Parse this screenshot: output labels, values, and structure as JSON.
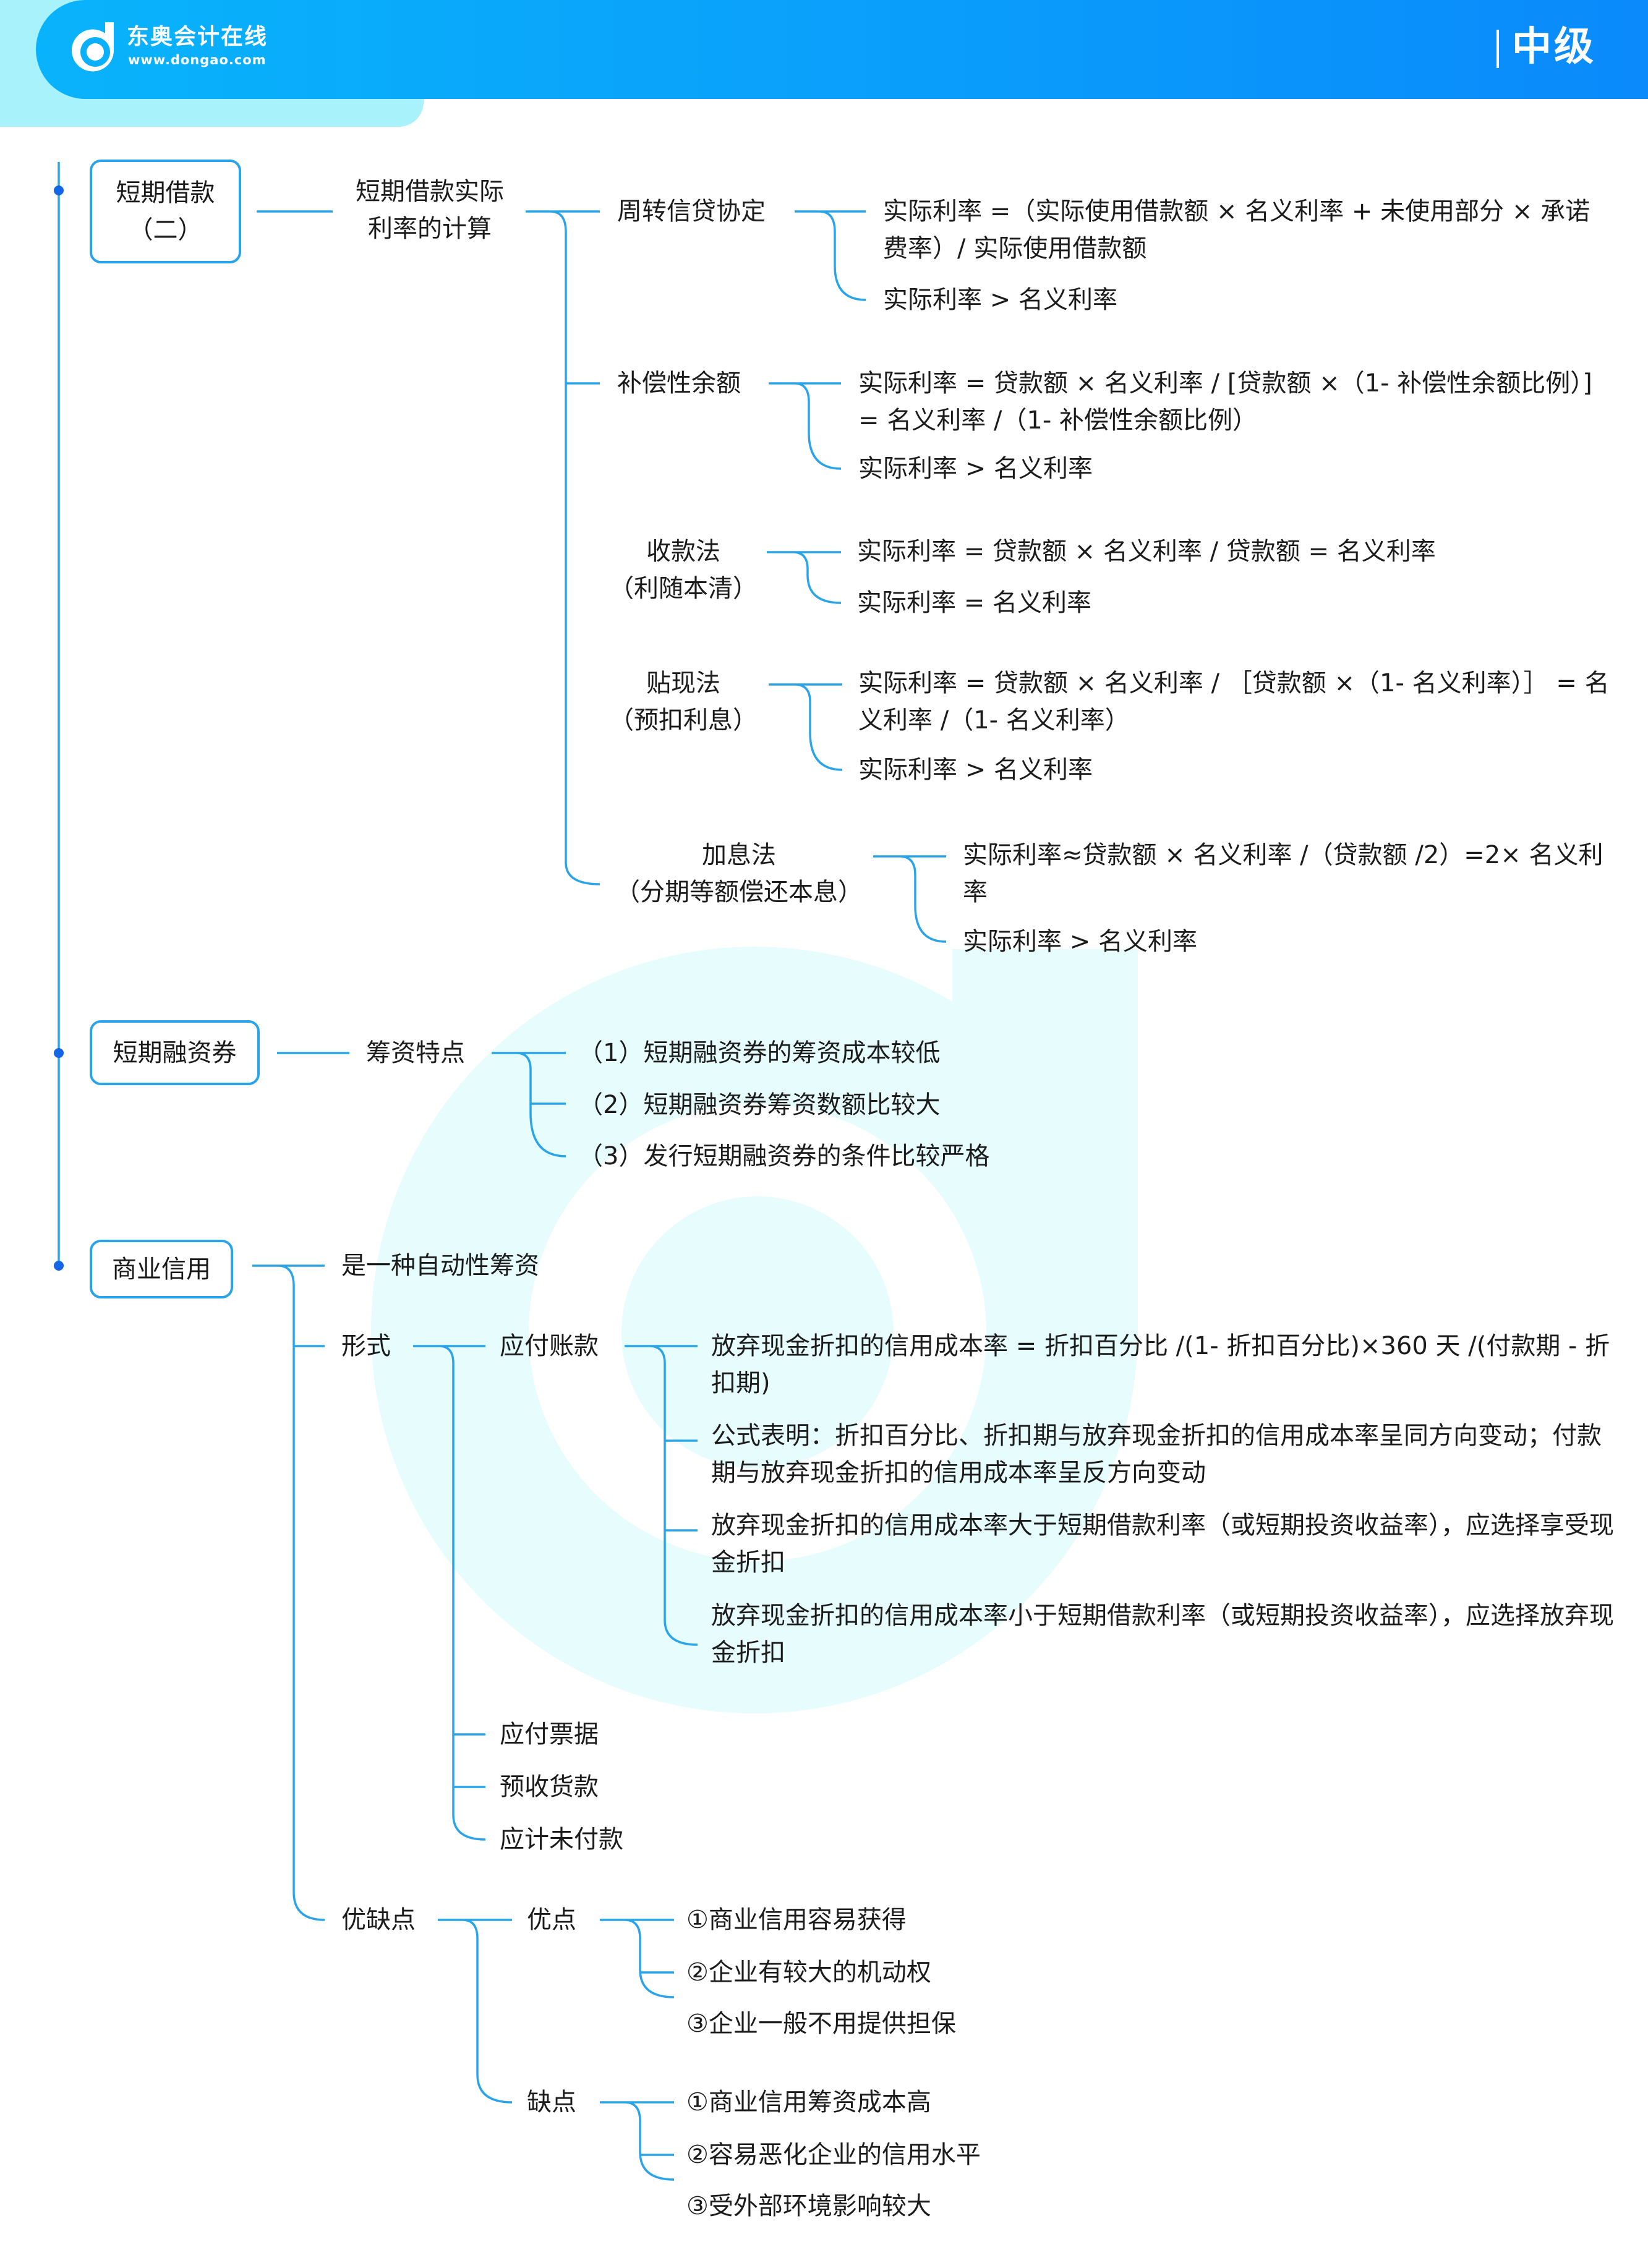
{
  "header": {
    "brand_name": "东奥会计在线",
    "brand_url": "www.dongao.com",
    "level": "中级",
    "colors": {
      "bar_start": "#09b3fb",
      "bar_end": "#0a8afb",
      "tab": "#a8f3fb",
      "line": "#2aa4e8",
      "dot": "#1466e6",
      "watermark": "#e6fcfd"
    }
  },
  "mindmap": {
    "short_term_loan": {
      "title": "短期借款（二）",
      "title_line1": "短期借款",
      "title_line2": "（二）",
      "topic_line1": "短期借款实际",
      "topic_line2": "利率的计算",
      "methods": [
        {
          "name_line1": "周转信贷协定",
          "items": [
            "实际利率 =（实际使用借款额 × 名义利率 + 未使用部分 × 承诺费率）/ 实际使用借款额",
            "实际利率 > 名义利率"
          ]
        },
        {
          "name_line1": "补偿性余额",
          "items": [
            "实际利率 = 贷款额 × 名义利率 / [贷款额 ×（1- 补偿性余额比例）] = 名义利率 /（1- 补偿性余额比例）",
            "实际利率 > 名义利率"
          ]
        },
        {
          "name_line1": "收款法",
          "name_line2": "（利随本清）",
          "items": [
            "实际利率 = 贷款额 × 名义利率 / 贷款额 = 名义利率",
            "实际利率 = 名义利率"
          ]
        },
        {
          "name_line1": "贴现法",
          "name_line2": "（预扣利息）",
          "items": [
            "实际利率 = 贷款额 × 名义利率 / ［贷款额 ×（1- 名义利率）］ = 名义利率 /（1- 名义利率）",
            "实际利率 > 名义利率"
          ]
        },
        {
          "name_line1": "加息法",
          "name_line2": "（分期等额偿还本息）",
          "items": [
            "实际利率≈贷款额 × 名义利率 /（贷款额 /2）=2× 名义利率",
            "实际利率 > 名义利率"
          ]
        }
      ]
    },
    "short_term_bills": {
      "title": "短期融资券",
      "topic": "筹资特点",
      "items": [
        "（1）短期融资券的筹资成本较低",
        "（2）短期融资券筹资数额比较大",
        "（3）发行短期融资券的条件比较严格"
      ]
    },
    "commercial_credit": {
      "title": "商业信用",
      "nature": "是一种自动性筹资",
      "forms_label": "形式",
      "forms": [
        {
          "name": "应付账款",
          "items": [
            "放弃现金折扣的信用成本率 = 折扣百分比 /(1- 折扣百分比)×360 天 /(付款期 - 折扣期)",
            "公式表明：折扣百分比、折扣期与放弃现金折扣的信用成本率呈同方向变动；付款期与放弃现金折扣的信用成本率呈反方向变动",
            "放弃现金折扣的信用成本率大于短期借款利率（或短期投资收益率），应选择享受现金折扣",
            "放弃现金折扣的信用成本率小于短期借款利率（或短期投资收益率），应选择放弃现金折扣"
          ]
        },
        {
          "name": "应付票据"
        },
        {
          "name": "预收货款"
        },
        {
          "name": "应计未付款"
        }
      ],
      "pros_cons_label": "优缺点",
      "pros": {
        "label": "优点",
        "items": [
          "①商业信用容易获得",
          "②企业有较大的机动权",
          "③企业一般不用提供担保"
        ]
      },
      "cons": {
        "label": "缺点",
        "items": [
          "①商业信用筹资成本高",
          "②容易恶化企业的信用水平",
          "③受外部环境影响较大"
        ]
      }
    }
  },
  "icons": {
    "logo": "dongao-d-logo-icon",
    "watermark": "dongao-d-watermark-icon",
    "node_dot": "bullet-dot-icon"
  }
}
